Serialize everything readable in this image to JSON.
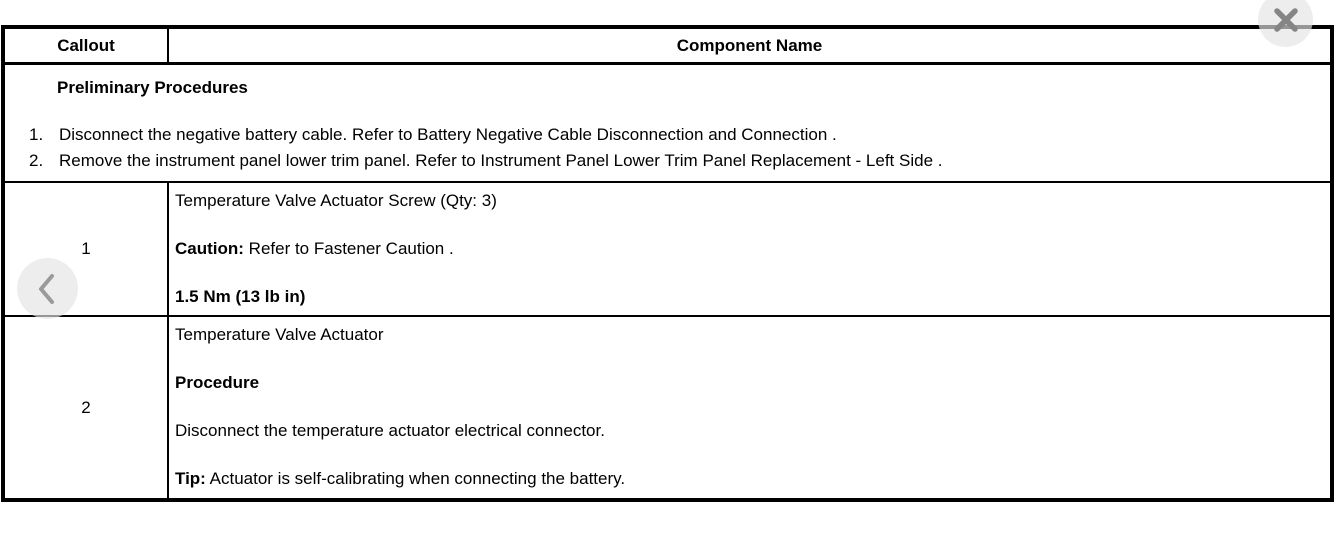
{
  "colors": {
    "table_border": "#000000",
    "text": "#000000",
    "button_bg": "#e4e4e4",
    "close_glyph": "#858585",
    "back_glyph": "#9a9a9a"
  },
  "overlay": {
    "close_icon": "x-icon",
    "back_icon": "chevron-left-icon"
  },
  "table": {
    "header": {
      "callout": "Callout",
      "component": "Component Name"
    },
    "preliminary": {
      "title": "Preliminary Procedures",
      "steps": [
        {
          "num": "1.",
          "text": "Disconnect the negative battery cable. Refer to Battery Negative Cable Disconnection and Connection ."
        },
        {
          "num": "2.",
          "text": "Remove the instrument panel lower trim panel. Refer to Instrument Panel Lower Trim Panel Replacement - Left Side ."
        }
      ]
    },
    "rows": [
      {
        "callout": "1",
        "lines": [
          {
            "prefix": "",
            "text": "Temperature Valve Actuator Screw (Qty: 3)"
          },
          {
            "prefix": "Caution:",
            "text": " Refer to Fastener Caution ."
          },
          {
            "prefix": "",
            "text": "1.5 Nm (13 lb in)"
          }
        ]
      },
      {
        "callout": "2",
        "lines": [
          {
            "prefix": "",
            "text": "Temperature Valve Actuator"
          },
          {
            "prefix": "",
            "text": "Procedure"
          },
          {
            "prefix": "",
            "text": "Disconnect the temperature actuator electrical connector."
          },
          {
            "prefix": "Tip:",
            "text": " Actuator is self-calibrating when connecting the battery."
          }
        ]
      }
    ]
  }
}
